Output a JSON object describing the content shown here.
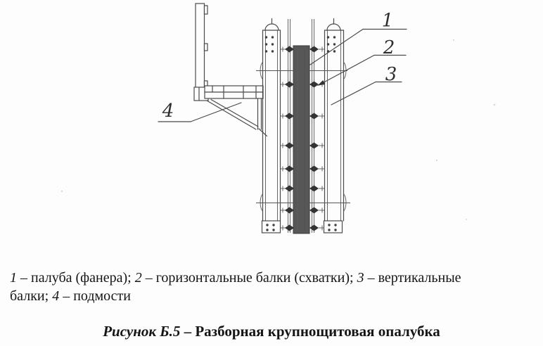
{
  "figure": {
    "callout_labels": [
      "1",
      "2",
      "3",
      "4"
    ],
    "colors": {
      "line": "#4a4a4a",
      "wall_fill": "#575757",
      "paper": "#fdfdfd",
      "text": "#151515"
    }
  },
  "caption": {
    "line1": [
      {
        "num": "1",
        "text": " – палуба (фанера); "
      },
      {
        "num": "2",
        "text": " – горизонтальные балки (схватки); "
      },
      {
        "num": "3",
        "text": " – вертикальные"
      }
    ],
    "line2_prefix": "балки; ",
    "line2_num": "4",
    "line2_text": " – подмости"
  },
  "title": {
    "label": "Рисунок Б.5",
    "dash": " – ",
    "text": "Разборная крупнощитовая опалубка"
  }
}
